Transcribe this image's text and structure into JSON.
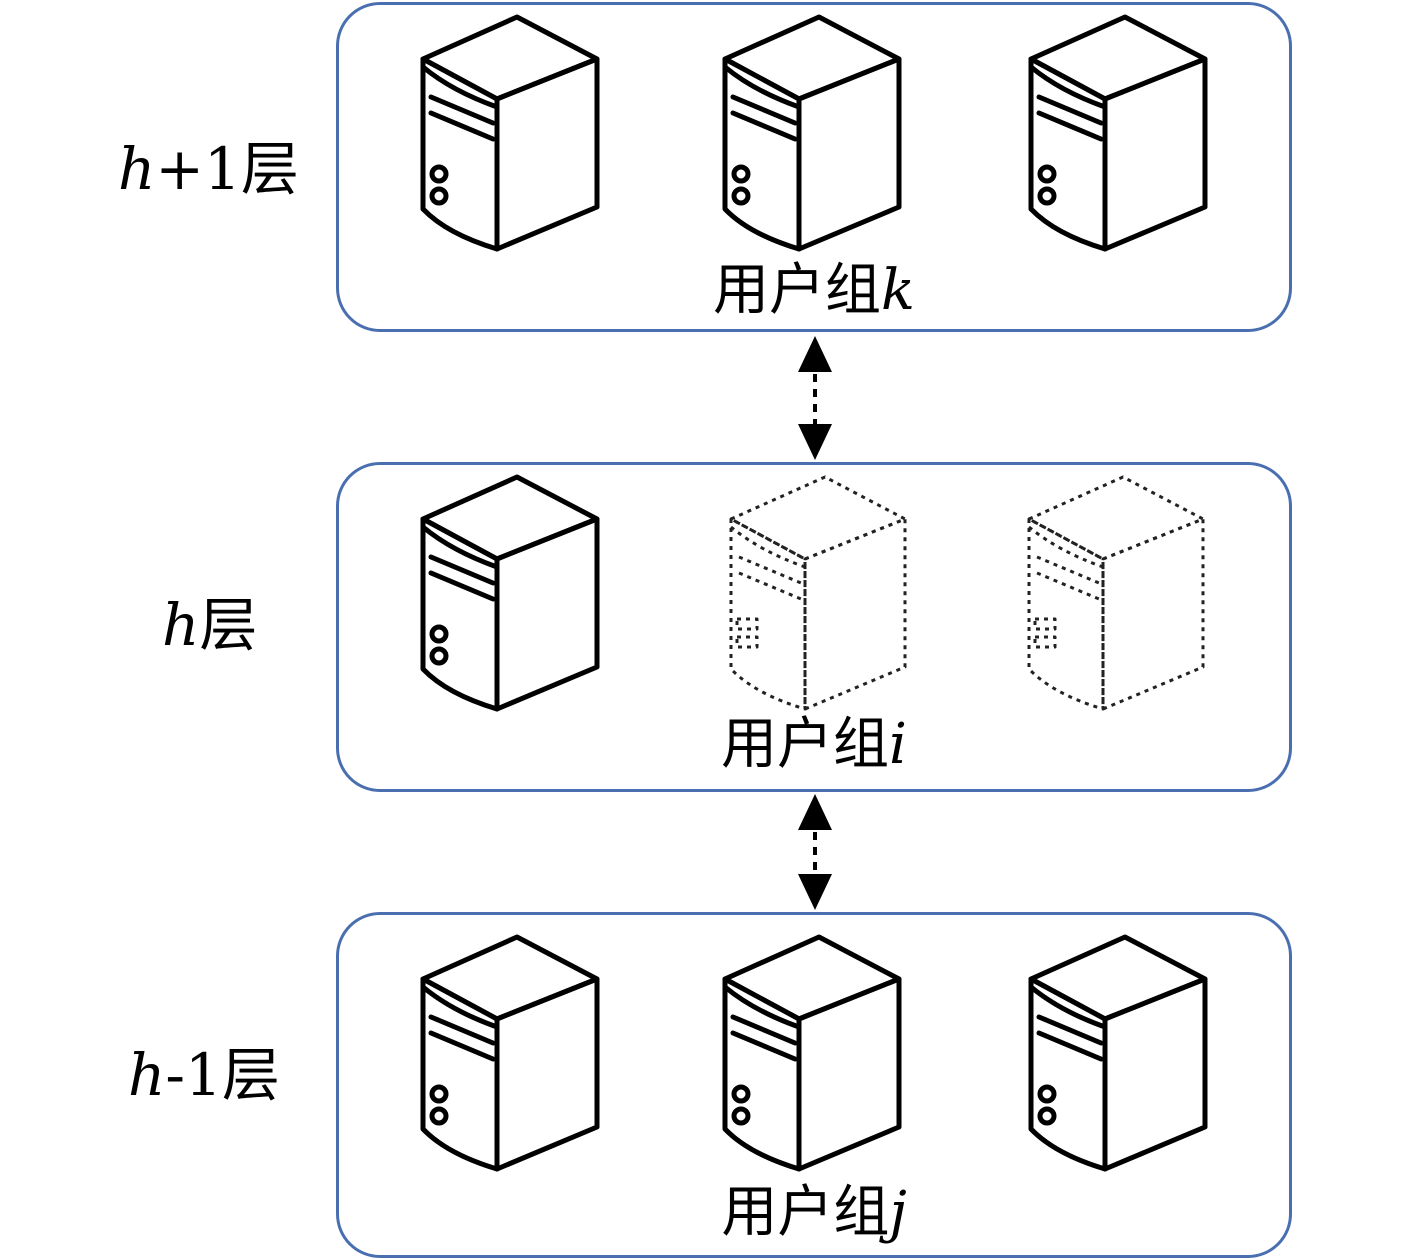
{
  "layers": [
    {
      "label_var": "h",
      "label_suffix": "+1层",
      "group_prefix": "用户组",
      "group_var": "k",
      "servers": [
        {
          "state": "solid",
          "icon": "server-icon"
        },
        {
          "state": "solid",
          "icon": "server-icon"
        },
        {
          "state": "solid",
          "icon": "server-icon"
        }
      ]
    },
    {
      "label_var": "h",
      "label_suffix": "层",
      "group_prefix": "用户组",
      "group_var": "i",
      "servers": [
        {
          "state": "solid",
          "icon": "server-icon"
        },
        {
          "state": "dotted",
          "icon": "server-icon"
        },
        {
          "state": "dotted",
          "icon": "server-icon"
        }
      ]
    },
    {
      "label_var": "h",
      "label_suffix": "-1层",
      "group_prefix": "用户组",
      "group_var": "j",
      "servers": [
        {
          "state": "solid",
          "icon": "server-icon"
        },
        {
          "state": "solid",
          "icon": "server-icon"
        },
        {
          "state": "solid",
          "icon": "server-icon"
        }
      ]
    }
  ],
  "connectors": [
    {
      "from": "用户组k",
      "to": "用户组i",
      "style": "dashed",
      "direction": "bidirectional"
    },
    {
      "from": "用户组i",
      "to": "用户组j",
      "style": "dashed",
      "direction": "bidirectional"
    }
  ],
  "colors": {
    "box_border": "#4a6fb0",
    "stroke": "#000000"
  }
}
